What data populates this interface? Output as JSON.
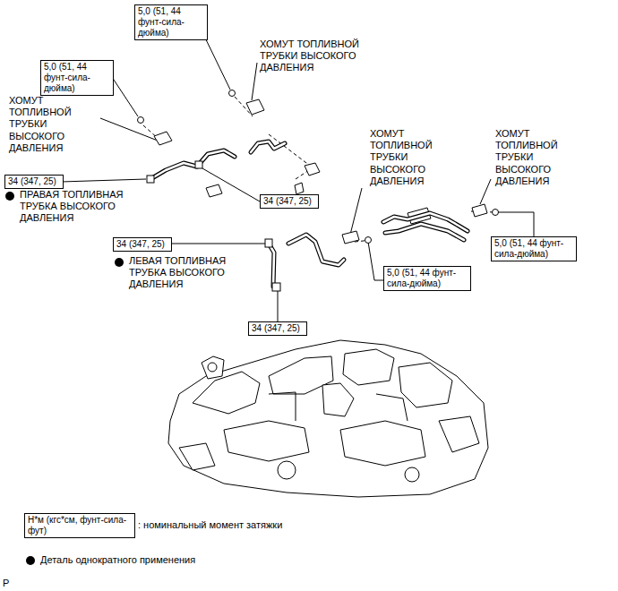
{
  "diagram": {
    "nodes": [
      {
        "text": [
          "5,0 (51, 44 фунт-сила-дюйма)"
        ]
      },
      {
        "text": [
          "5,0 (51, 44 фунт-сила-дюйма)"
        ]
      },
      {
        "text": [
          "34 (347, 25)"
        ]
      },
      {
        "text": [
          "34 (347, 25)"
        ]
      },
      {
        "text": [
          "34 (347, 25)"
        ]
      },
      {
        "text": [
          "5,0 (51, 44 фунт-сила-дюйма)"
        ]
      },
      {
        "text": [
          "5,0 (51, 44 фунт-сила-дюйма)"
        ]
      },
      {
        "text": [
          "34 (347, 25)"
        ]
      },
      {
        "text": [
          "Н*м (кгс*см, фунт-сила-фут)"
        ]
      }
    ],
    "labels": [
      "ХОМУТ ТОПЛИВНОЙ ТРУБКИ ВЫСОКОГО ДАВЛЕНИЯ",
      "ХОМУТ ТОПЛИВНОЙ ТРУБКИ ВЫСОКОГО ДАВЛЕНИЯ",
      "ПРАВАЯ ТОПЛИВНАЯ ТРУБКА ВЫСОКОГО ДАВЛЕНИЯ",
      "ХОМУТ ТОПЛИВНОЙ ТРУБКИ ВЫСОКОГО ДАВЛЕНИЯ",
      "ХОМУТ ТОПЛИВНОЙ ТРУБКИ ВЫСОКОГО ДАВЛЕНИЯ",
      "ЛЕВАЯ ТОПЛИВНАЯ ТРУБКА ВЫСОКОГО ДАВЛЕНИЯ",
      "P"
    ],
    "legend": [
      {
        "text": ": номинальный момент затяжки"
      },
      {
        "text": "Деталь однократного применения"
      }
    ]
  }
}
